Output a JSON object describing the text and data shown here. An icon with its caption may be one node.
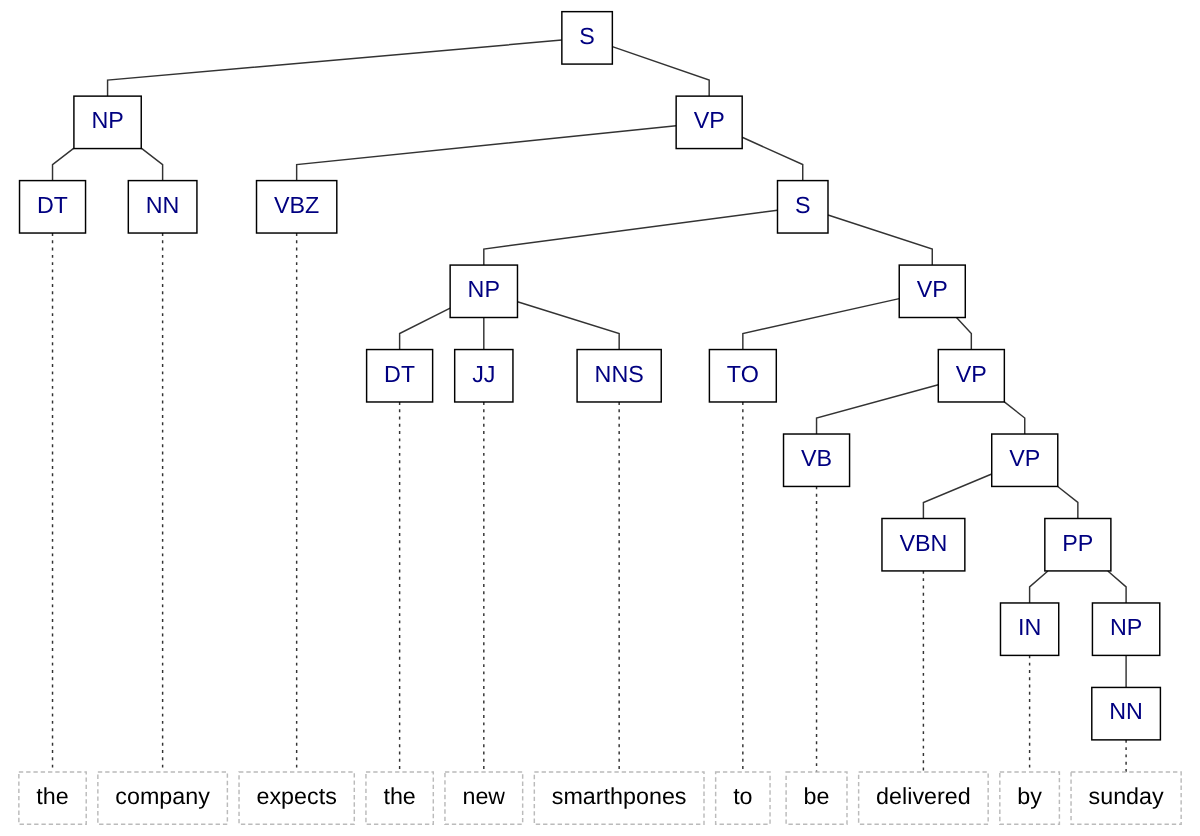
{
  "diagram": {
    "nodes": [
      {
        "text": [
          "S"
        ]
      },
      {
        "text": [
          "NP"
        ]
      },
      {
        "text": [
          "VP"
        ]
      },
      {
        "text": [
          "DT"
        ]
      },
      {
        "text": [
          "NN"
        ]
      },
      {
        "text": [
          "VBZ"
        ]
      },
      {
        "text": [
          "S"
        ]
      },
      {
        "text": [
          "NP"
        ]
      },
      {
        "text": [
          "VP"
        ]
      },
      {
        "text": [
          "DT"
        ]
      },
      {
        "text": [
          "JJ"
        ]
      },
      {
        "text": [
          "NNS"
        ]
      },
      {
        "text": [
          "TO"
        ]
      },
      {
        "text": [
          "VP"
        ]
      },
      {
        "text": [
          "VB"
        ]
      },
      {
        "text": [
          "VP"
        ]
      },
      {
        "text": [
          "VBN"
        ]
      },
      {
        "text": [
          "PP"
        ]
      },
      {
        "text": [
          "IN"
        ]
      },
      {
        "text": [
          "NP"
        ]
      },
      {
        "text": [
          "NN"
        ]
      },
      {
        "text": [
          "the"
        ]
      },
      {
        "text": [
          "company"
        ]
      },
      {
        "text": [
          "expects"
        ]
      },
      {
        "text": [
          "the"
        ]
      },
      {
        "text": [
          "new"
        ]
      },
      {
        "text": [
          "smarthpones"
        ]
      },
      {
        "text": [
          "to"
        ]
      },
      {
        "text": [
          "be"
        ]
      },
      {
        "text": [
          "delivered"
        ]
      },
      {
        "text": [
          "by"
        ]
      },
      {
        "text": [
          "sunday"
        ]
      }
    ],
    "edges": [
      {
        "from": 0,
        "to": 1,
        "arrow": "none"
      },
      {
        "from": 0,
        "to": 2,
        "arrow": "none"
      },
      {
        "from": 1,
        "to": 3,
        "arrow": "none"
      },
      {
        "from": 1,
        "to": 4,
        "arrow": "none"
      },
      {
        "from": 2,
        "to": 5,
        "arrow": "none"
      },
      {
        "from": 2,
        "to": 6,
        "arrow": "none"
      },
      {
        "from": 6,
        "to": 7,
        "arrow": "none"
      },
      {
        "from": 6,
        "to": 8,
        "arrow": "none"
      },
      {
        "from": 7,
        "to": 9,
        "arrow": "none"
      },
      {
        "from": 7,
        "to": 10,
        "arrow": "none"
      },
      {
        "from": 7,
        "to": 11,
        "arrow": "none"
      },
      {
        "from": 8,
        "to": 12,
        "arrow": "none"
      },
      {
        "from": 8,
        "to": 13,
        "arrow": "none"
      },
      {
        "from": 13,
        "to": 14,
        "arrow": "none"
      },
      {
        "from": 13,
        "to": 15,
        "arrow": "none"
      },
      {
        "from": 15,
        "to": 16,
        "arrow": "none"
      },
      {
        "from": 15,
        "to": 17,
        "arrow": "none"
      },
      {
        "from": 17,
        "to": 18,
        "arrow": "none"
      },
      {
        "from": 17,
        "to": 19,
        "arrow": "none"
      },
      {
        "from": 19,
        "to": 20,
        "arrow": "none"
      },
      {
        "from": 3,
        "to": 21,
        "arrow": "none",
        "style": "dashed"
      },
      {
        "from": 4,
        "to": 22,
        "arrow": "none",
        "style": "dashed"
      },
      {
        "from": 5,
        "to": 23,
        "arrow": "none",
        "style": "dashed"
      },
      {
        "from": 9,
        "to": 24,
        "arrow": "none",
        "style": "dashed"
      },
      {
        "from": 10,
        "to": 25,
        "arrow": "none",
        "style": "dashed"
      },
      {
        "from": 11,
        "to": 26,
        "arrow": "none",
        "style": "dashed"
      },
      {
        "from": 12,
        "to": 27,
        "arrow": "none",
        "style": "dashed"
      },
      {
        "from": 14,
        "to": 28,
        "arrow": "none",
        "style": "dashed"
      },
      {
        "from": 16,
        "to": 29,
        "arrow": "none",
        "style": "dashed"
      },
      {
        "from": 18,
        "to": 30,
        "arrow": "none",
        "style": "dashed"
      },
      {
        "from": 20,
        "to": 31,
        "arrow": "none",
        "style": "dashed"
      }
    ]
  }
}
